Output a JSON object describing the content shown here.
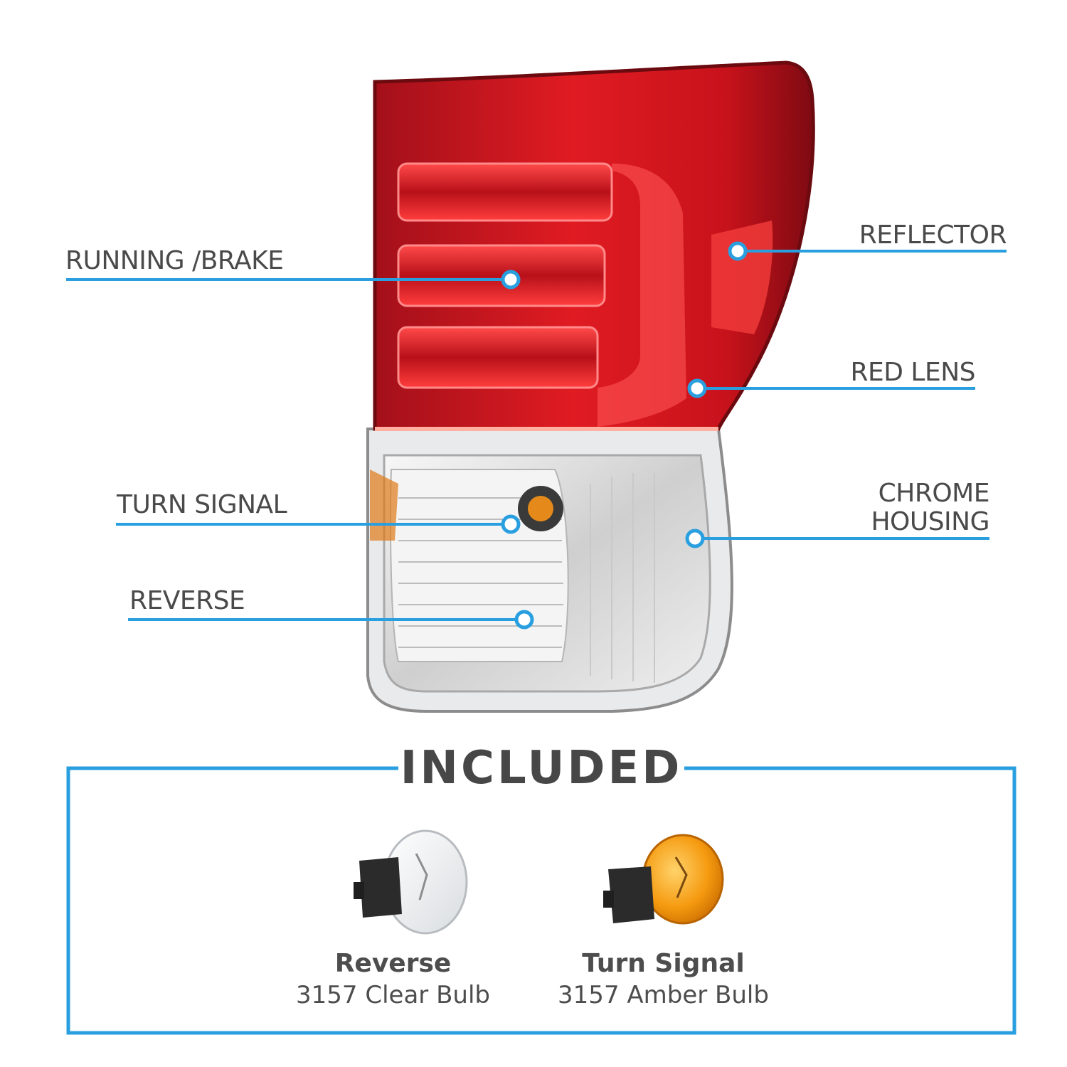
{
  "accent_color": "#2a9fe0",
  "callouts": [
    {
      "id": "running-brake",
      "label": "RUNNING /BRAKE"
    },
    {
      "id": "turn-signal",
      "label": "TURN SIGNAL"
    },
    {
      "id": "reverse",
      "label": "REVERSE"
    },
    {
      "id": "reflector",
      "label": "REFLECTOR"
    },
    {
      "id": "red-lens",
      "label": "RED LENS"
    },
    {
      "id": "chrome-housing",
      "label": "CHROME\nHOUSING"
    }
  ],
  "included": {
    "title": "INCLUDED",
    "bulbs": [
      {
        "name": "Reverse",
        "desc": "3157 Clear Bulb",
        "color": "clear"
      },
      {
        "name": "Turn Signal",
        "desc": "3157 Amber Bulb",
        "color": "amber"
      }
    ]
  }
}
